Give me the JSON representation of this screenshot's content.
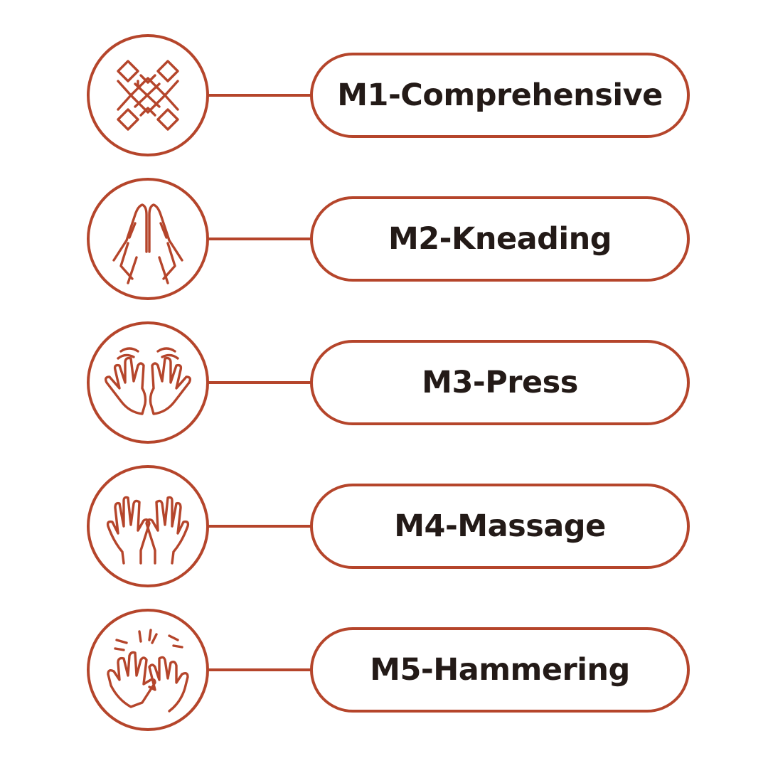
{
  "colors": {
    "accent": "#b5452b",
    "text": "#231a17",
    "background": "#ffffff"
  },
  "modes": [
    {
      "label": "M1-Comprehensive",
      "icon": "diamond-grid-icon"
    },
    {
      "label": "M2-Kneading",
      "icon": "praying-hands-icon"
    },
    {
      "label": "M3-Press",
      "icon": "pressing-hands-icon"
    },
    {
      "label": "M4-Massage",
      "icon": "open-hands-icon"
    },
    {
      "label": "M5-Hammering",
      "icon": "tapping-hands-icon"
    }
  ]
}
